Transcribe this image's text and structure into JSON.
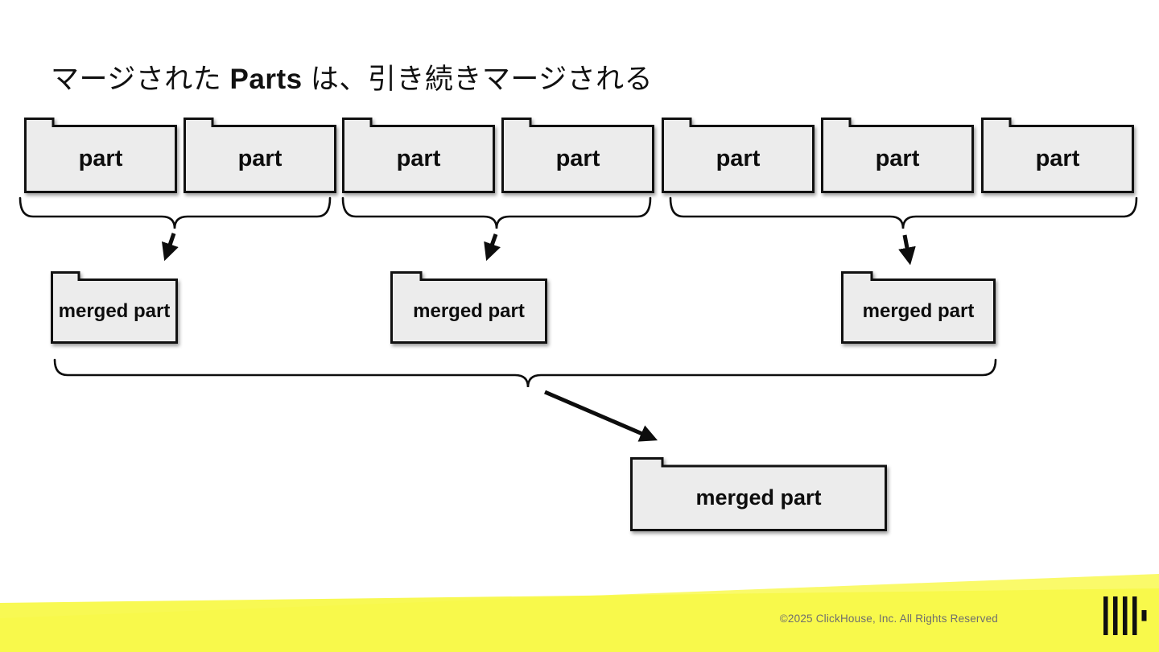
{
  "slide": {
    "title_prefix": "マージされた ",
    "title_em": "Parts",
    "title_suffix": " は、引き続きマージされる"
  },
  "diagram": {
    "parts": [
      {
        "label": "part"
      },
      {
        "label": "part"
      },
      {
        "label": "part"
      },
      {
        "label": "part"
      },
      {
        "label": "part"
      },
      {
        "label": "part"
      },
      {
        "label": "part"
      }
    ],
    "groups": [
      {
        "part_count": 2,
        "result_label": "merged part"
      },
      {
        "part_count": 2,
        "result_label": "merged part"
      },
      {
        "part_count": 3,
        "result_label": "merged part"
      }
    ],
    "final_merge": {
      "label": "merged part"
    }
  },
  "footer": {
    "copyright": "©2025 ClickHouse, Inc. All Rights Reserved",
    "logo_name": "clickhouse-logo"
  },
  "colors": {
    "band_yellow": "#F8F94A",
    "band_yellow_light": "#FAFA6A",
    "box_fill": "#ECECEC",
    "box_border": "#111111",
    "copyright_gray": "#6E6E6E"
  }
}
